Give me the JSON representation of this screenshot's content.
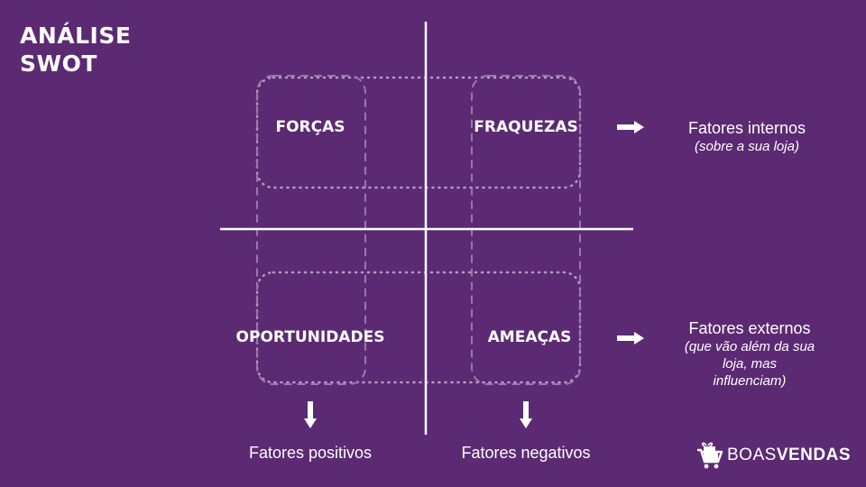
{
  "title": {
    "line1": "ANÁLISE",
    "line2": "SWOT"
  },
  "quadrants": {
    "strengths": "FORÇAS",
    "weaknesses": "FRAQUEZAS",
    "opportunities": "OPORTUNIDADES",
    "threats": "AMEAÇAS"
  },
  "internal": {
    "label": "Fatores internos",
    "note": "(sobre a sua loja)"
  },
  "external": {
    "label": "Fatores externos",
    "note_line1": "(que vão além da sua",
    "note_line2": "loja, mas",
    "note_line3": "influenciam)"
  },
  "bottom": {
    "positive": "Fatores positivos",
    "negative": "Fatores negativos"
  },
  "logo": {
    "part1": "BOAS",
    "part2": "VENDAS"
  },
  "colors": {
    "background": "#5c2a73",
    "foreground": "#ffffff",
    "dashed": "#b69cc4"
  }
}
